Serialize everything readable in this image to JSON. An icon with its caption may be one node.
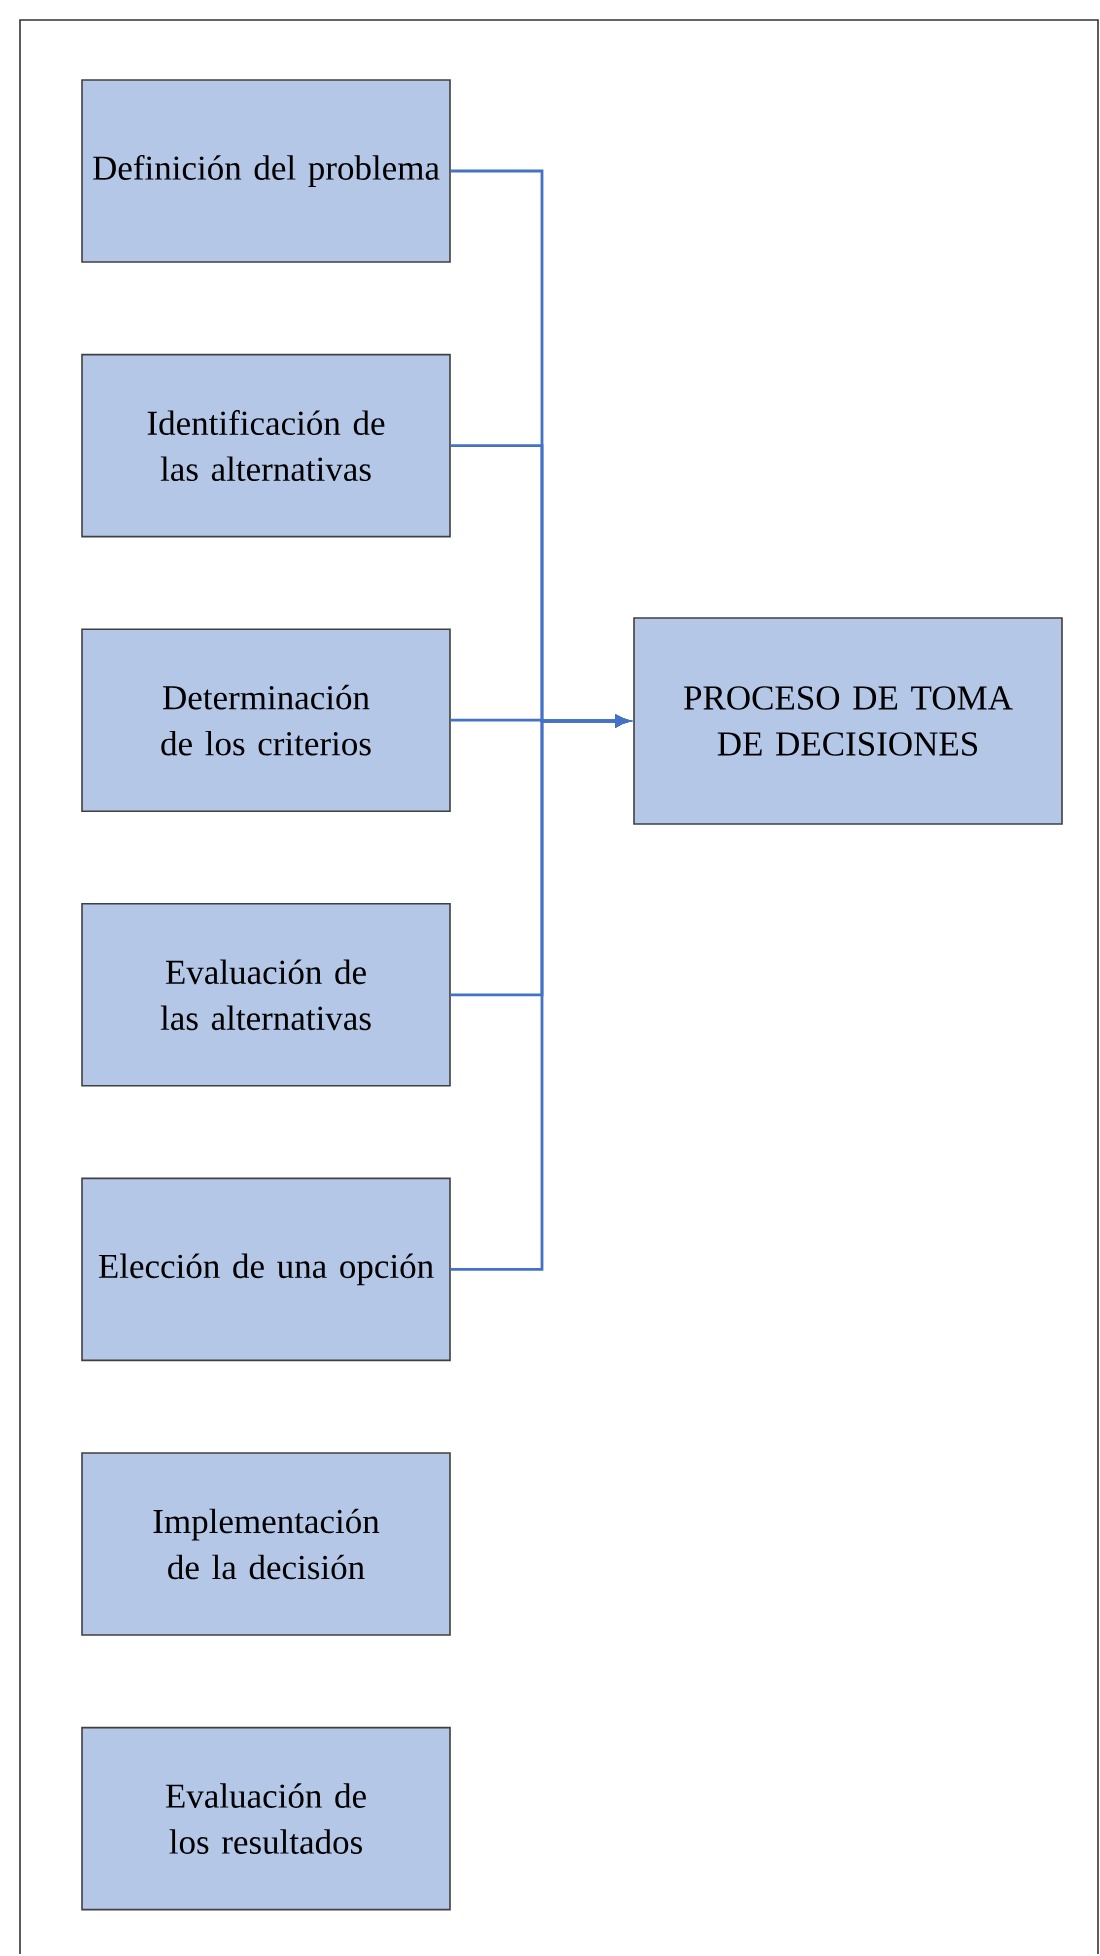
{
  "diagram": {
    "nodes": [
      {
        "text": [
          "Definición del problema"
        ]
      },
      {
        "text": [
          "Identificación de las alternativas"
        ]
      },
      {
        "text": [
          "Determinación de los criterios"
        ]
      },
      {
        "text": [
          "Evaluación de las alternativas"
        ]
      },
      {
        "text": [
          "Elección de una opción"
        ]
      },
      {
        "text": [
          "Implementación de la decisión"
        ]
      },
      {
        "text": [
          "Evaluación de los resultados"
        ]
      },
      {
        "text": [
          "PROCESO DE TOMA DE DECISIONES"
        ]
      }
    ],
    "edges": [
      {
        "from": 0,
        "to": 7,
        "arrow": "to"
      },
      {
        "from": 1,
        "to": 7,
        "arrow": "to"
      },
      {
        "from": 2,
        "to": 7,
        "arrow": "to"
      },
      {
        "from": 3,
        "to": 7,
        "arrow": "to"
      },
      {
        "from": 4,
        "to": 7,
        "arrow": "to"
      }
    ]
  }
}
